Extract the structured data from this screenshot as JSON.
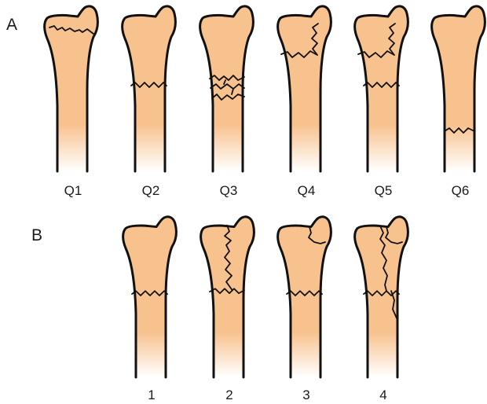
{
  "colors": {
    "bone_fill": "#F8C28F",
    "outline": "#111111",
    "background": "#FFFFFF"
  },
  "panels": [
    {
      "label": "A",
      "bones": [
        {
          "label": "Q1",
          "fractures": [
            "head"
          ]
        },
        {
          "label": "Q2",
          "fractures": [
            "neck"
          ]
        },
        {
          "label": "Q3",
          "fractures": [
            "comminuted-neck"
          ]
        },
        {
          "label": "Q4",
          "fractures": [
            "head-segment"
          ]
        },
        {
          "label": "Q5",
          "fractures": [
            "head-segment",
            "neck"
          ]
        },
        {
          "label": "Q6",
          "fractures": [
            "shaft"
          ]
        }
      ]
    },
    {
      "label": "B",
      "bones": [
        {
          "label": "1",
          "fractures": [
            "neck"
          ]
        },
        {
          "label": "2",
          "fractures": [
            "neck-head-split"
          ]
        },
        {
          "label": "3",
          "fractures": [
            "neck",
            "tuberosity"
          ]
        },
        {
          "label": "4",
          "fractures": [
            "neck",
            "head-split",
            "tuberosity",
            "shaft-split"
          ]
        }
      ]
    }
  ]
}
